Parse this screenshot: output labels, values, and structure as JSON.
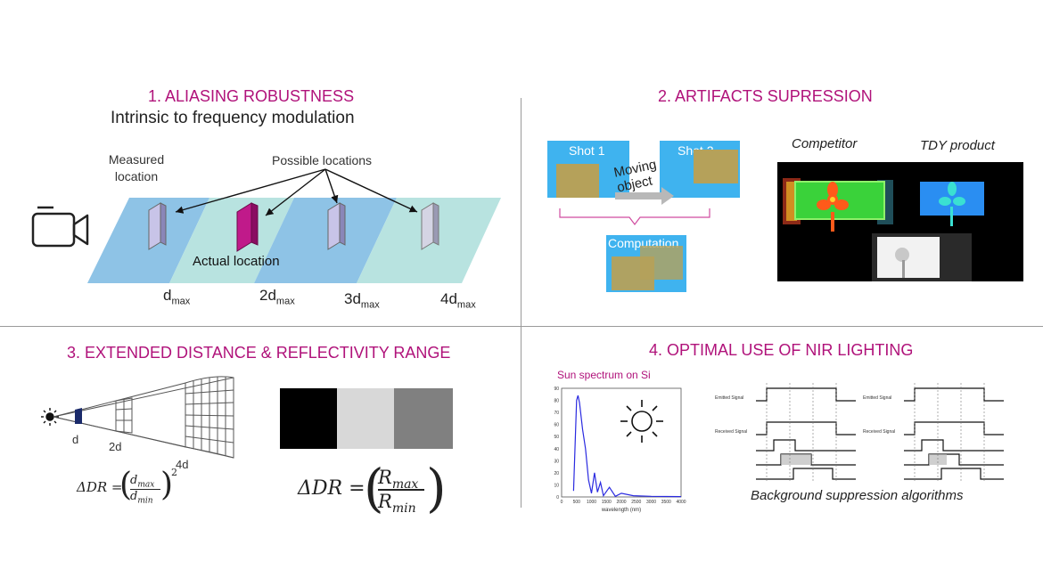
{
  "panel1": {
    "title": "1. ALIASING ROBUSTNESS",
    "subtitle": "Intrinsic to frequency modulation",
    "measured_label": "Measured location",
    "possible_label": "Possible locations",
    "actual_label": "Actual location",
    "dist_labels": [
      "d",
      "2d",
      "3d",
      "4d"
    ],
    "dist_sub": "max",
    "icon": "video-camera-icon"
  },
  "panel2": {
    "title": "2. ARTIFACTS SUPRESSION",
    "shot1": "Shot 1",
    "shot2": "Shot 2",
    "moving_object": "Moving object",
    "computation": "Computation",
    "competitor": "Competitor",
    "tdy_product": "TDY product"
  },
  "panel3": {
    "title": "3. EXTENDED DISTANCE & REFLECTIVITY RANGE",
    "distance_labels": [
      "d",
      "2d",
      "4d"
    ],
    "formula1": "ΔDR = (dmax / dmin)²",
    "formula2": "ΔDR = (Rmax / Rmin)",
    "swatch_colors": [
      "#000000",
      "#d8d8d8",
      "#808080"
    ]
  },
  "panel4": {
    "title": "4. OPTIMAL USE OF NIR LIGHTING",
    "chart_title": "Sun spectrum on Si",
    "xlabel": "wavelength (nm)",
    "caption": "Background suppression algorithms",
    "timing_labels": [
      "Emitted Signal",
      "Received Signal"
    ]
  },
  "chart_data": {
    "type": "line",
    "title": "Sun spectrum on Si",
    "xlabel": "wavelength (nm)",
    "ylabel": "",
    "x": [
      400,
      500,
      550,
      600,
      700,
      800,
      900,
      1000,
      1100,
      1200,
      1300,
      1400,
      1600,
      1800,
      2000,
      2400,
      3000,
      4000
    ],
    "y": [
      5,
      80,
      84,
      78,
      56,
      40,
      14,
      3,
      20,
      4,
      12,
      1,
      8,
      0.5,
      3,
      1,
      0.5,
      0.3
    ],
    "xlim": [
      0,
      4000
    ],
    "ylim": [
      0,
      90
    ],
    "yticks": [
      0,
      10,
      20,
      30,
      40,
      50,
      60,
      70,
      80,
      90
    ]
  },
  "colors": {
    "title": "#b0127a",
    "shot_blue": "#3fb3ef",
    "tan": "#b5a15a",
    "plane_blue": "#8ec3e6",
    "plane_teal": "#b8e3e0"
  }
}
